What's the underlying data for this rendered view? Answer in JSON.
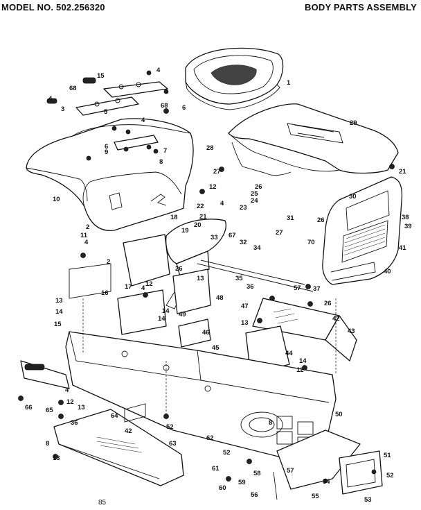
{
  "header": {
    "model": "MODEL NO. 502.256320",
    "title": "BODY PARTS ASSEMBLY"
  },
  "page_number": "85",
  "callouts": [
    {
      "id": "c1",
      "text": "1"
    },
    {
      "id": "c2a",
      "text": "2"
    },
    {
      "id": "c2b",
      "text": "2"
    },
    {
      "id": "c3",
      "text": "3"
    },
    {
      "id": "c4a",
      "text": "4"
    },
    {
      "id": "c4b",
      "text": "4"
    },
    {
      "id": "c4c",
      "text": "4"
    },
    {
      "id": "c4d",
      "text": "4"
    },
    {
      "id": "c4e",
      "text": "4"
    },
    {
      "id": "c4f",
      "text": "4"
    },
    {
      "id": "c4g",
      "text": "4"
    },
    {
      "id": "c5",
      "text": "5"
    },
    {
      "id": "c6a",
      "text": "6"
    },
    {
      "id": "c6b",
      "text": "6"
    },
    {
      "id": "c7",
      "text": "7"
    },
    {
      "id": "c8a",
      "text": "8"
    },
    {
      "id": "c8b",
      "text": "8"
    },
    {
      "id": "c8c",
      "text": "8"
    },
    {
      "id": "c9",
      "text": "9"
    },
    {
      "id": "c10",
      "text": "10"
    },
    {
      "id": "c11",
      "text": "11"
    },
    {
      "id": "c12a",
      "text": "12"
    },
    {
      "id": "c12b",
      "text": "12"
    },
    {
      "id": "c12c",
      "text": "12"
    },
    {
      "id": "c12d",
      "text": "12"
    },
    {
      "id": "c13a",
      "text": "13"
    },
    {
      "id": "c13b",
      "text": "13"
    },
    {
      "id": "c13c",
      "text": "13"
    },
    {
      "id": "c13d",
      "text": "13"
    },
    {
      "id": "c13e",
      "text": "13"
    },
    {
      "id": "c14a",
      "text": "14"
    },
    {
      "id": "c14b",
      "text": "14"
    },
    {
      "id": "c14c",
      "text": "14"
    },
    {
      "id": "c14d",
      "text": "14"
    },
    {
      "id": "c15a",
      "text": "15"
    },
    {
      "id": "c15b",
      "text": "15"
    },
    {
      "id": "c16",
      "text": "16"
    },
    {
      "id": "c17",
      "text": "17"
    },
    {
      "id": "c18",
      "text": "18"
    },
    {
      "id": "c19",
      "text": "19"
    },
    {
      "id": "c20",
      "text": "20"
    },
    {
      "id": "c21a",
      "text": "21"
    },
    {
      "id": "c21b",
      "text": "21"
    },
    {
      "id": "c22",
      "text": "22"
    },
    {
      "id": "c23",
      "text": "23"
    },
    {
      "id": "c24",
      "text": "24"
    },
    {
      "id": "c25",
      "text": "25"
    },
    {
      "id": "c26a",
      "text": "26"
    },
    {
      "id": "c26b",
      "text": "26"
    },
    {
      "id": "c26c",
      "text": "26"
    },
    {
      "id": "c26d",
      "text": "26"
    },
    {
      "id": "c27a",
      "text": "27"
    },
    {
      "id": "c27b",
      "text": "27"
    },
    {
      "id": "c28",
      "text": "28"
    },
    {
      "id": "c29",
      "text": "29"
    },
    {
      "id": "c30",
      "text": "30"
    },
    {
      "id": "c31",
      "text": "31"
    },
    {
      "id": "c32",
      "text": "32"
    },
    {
      "id": "c33",
      "text": "33"
    },
    {
      "id": "c34",
      "text": "34"
    },
    {
      "id": "c35",
      "text": "35"
    },
    {
      "id": "c36a",
      "text": "36"
    },
    {
      "id": "c36b",
      "text": "36"
    },
    {
      "id": "c37",
      "text": "37"
    },
    {
      "id": "c38",
      "text": "38"
    },
    {
      "id": "c39",
      "text": "39"
    },
    {
      "id": "c40",
      "text": "40"
    },
    {
      "id": "c41",
      "text": "41"
    },
    {
      "id": "c42a",
      "text": "42"
    },
    {
      "id": "c42b",
      "text": "42"
    },
    {
      "id": "c43",
      "text": "43"
    },
    {
      "id": "c44",
      "text": "44"
    },
    {
      "id": "c45",
      "text": "45"
    },
    {
      "id": "c46",
      "text": "46"
    },
    {
      "id": "c47",
      "text": "47"
    },
    {
      "id": "c48",
      "text": "48"
    },
    {
      "id": "c49",
      "text": "49"
    },
    {
      "id": "c50",
      "text": "50"
    },
    {
      "id": "c51",
      "text": "51"
    },
    {
      "id": "c52a",
      "text": "52"
    },
    {
      "id": "c52b",
      "text": "52"
    },
    {
      "id": "c52c",
      "text": "52"
    },
    {
      "id": "c53",
      "text": "53"
    },
    {
      "id": "c54",
      "text": "54"
    },
    {
      "id": "c55",
      "text": "55"
    },
    {
      "id": "c56",
      "text": "56"
    },
    {
      "id": "c57a",
      "text": "57"
    },
    {
      "id": "c57b",
      "text": "57"
    },
    {
      "id": "c58",
      "text": "58"
    },
    {
      "id": "c59",
      "text": "59"
    },
    {
      "id": "c60",
      "text": "60"
    },
    {
      "id": "c61",
      "text": "61"
    },
    {
      "id": "c62",
      "text": "62"
    },
    {
      "id": "c63",
      "text": "63"
    },
    {
      "id": "c64",
      "text": "64"
    },
    {
      "id": "c65",
      "text": "65"
    },
    {
      "id": "c66",
      "text": "66"
    },
    {
      "id": "c67",
      "text": "67"
    },
    {
      "id": "c68a",
      "text": "68"
    },
    {
      "id": "c68b",
      "text": "68"
    },
    {
      "id": "c70",
      "text": "70"
    }
  ]
}
